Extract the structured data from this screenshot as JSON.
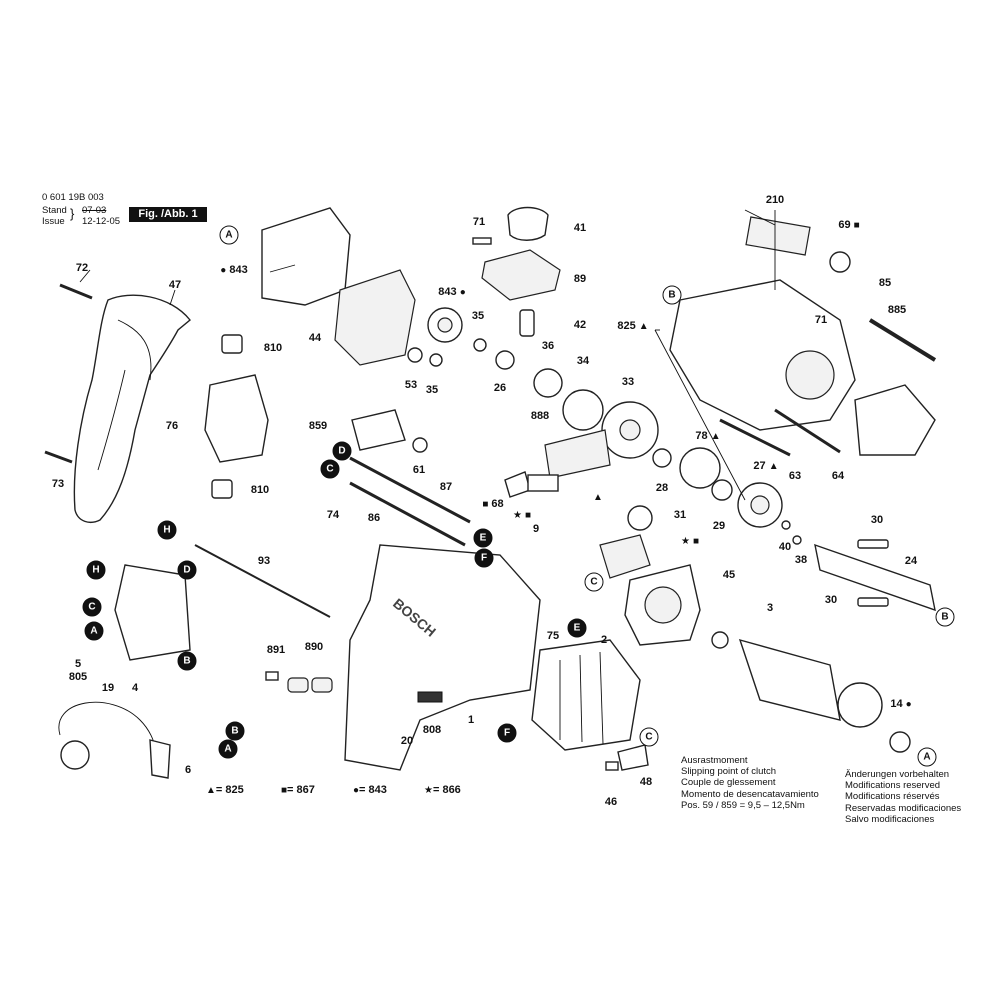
{
  "header": {
    "part_number": "0 601 19B 003",
    "stand_label": "Stand",
    "issue_label": "Issue",
    "stand_date": "07-03",
    "issue_date": "12-12-05",
    "figure": "Fig. /Abb. 1"
  },
  "parts": [
    "72",
    "47",
    "73",
    "843",
    "44",
    "843",
    "71",
    "41",
    "89",
    "42",
    "35",
    "36",
    "53",
    "35",
    "26",
    "34",
    "33",
    "810",
    "76",
    "810",
    "859",
    "61",
    "888",
    "87",
    "86",
    "74",
    "9",
    "93",
    "68",
    "31",
    "78",
    "28",
    "29",
    "27",
    "63",
    "64",
    "210",
    "69",
    "85",
    "885",
    "71",
    "825",
    "5",
    "805",
    "19",
    "4",
    "6",
    "891",
    "890",
    "20",
    "808",
    "1",
    "75",
    "2",
    "45",
    "3",
    "30",
    "24",
    "30",
    "40",
    "38",
    "14",
    "46",
    "48"
  ],
  "callouts": [
    "A",
    "B",
    "C",
    "D",
    "E",
    "F",
    "H"
  ],
  "legend": {
    "triangle": "= 825",
    "square": "= 867",
    "dot": "= 843",
    "star": "= 866"
  },
  "notes": {
    "clutch_lines": [
      "Ausrastmoment",
      "Slipping point of clutch",
      "Couple de glessement",
      "Momento de desencatavamiento",
      "Pos.  59 / 859  =  9,5 – 12,5Nm"
    ],
    "modification_lines": [
      "Änderungen vorbehalten",
      "Modifications reserved",
      "Modifications réservés",
      "Reservadas modificaciones",
      "Salvo modificaciones"
    ]
  },
  "brand_text": "BOSCH"
}
